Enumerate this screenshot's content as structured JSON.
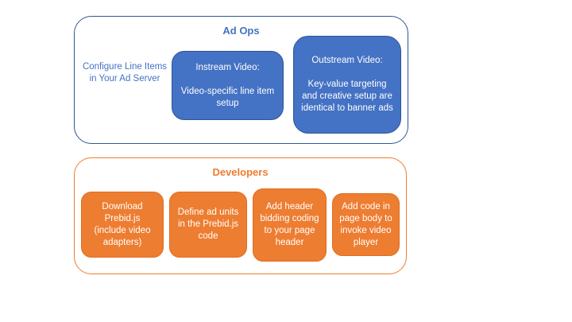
{
  "colors": {
    "blue_fill": "#4472C4",
    "blue_border": "#2F5597",
    "blue_text": "#4472C4",
    "orange_fill": "#ED7D31",
    "orange_border": "#E06E1F",
    "orange_text": "#ED7D31",
    "box_text": "#FFFFFF",
    "background": "#FFFFFF"
  },
  "ad_ops": {
    "title": "Ad Ops",
    "note": "Configure Line Items in Your Ad Server",
    "boxes": [
      {
        "title": "Instream Video:",
        "body": "Video-specific line item setup"
      },
      {
        "title": "Outstream Video:",
        "body": "Key-value targeting and creative setup are identical to banner ads"
      }
    ]
  },
  "developers": {
    "title": "Developers",
    "steps": [
      {
        "text": "Download Prebid.js (include video adapters)"
      },
      {
        "text": "Define ad units in the Prebid.js code"
      },
      {
        "text": "Add header bidding coding to your page header"
      },
      {
        "text": "Add code in page body to invoke video player"
      }
    ]
  }
}
